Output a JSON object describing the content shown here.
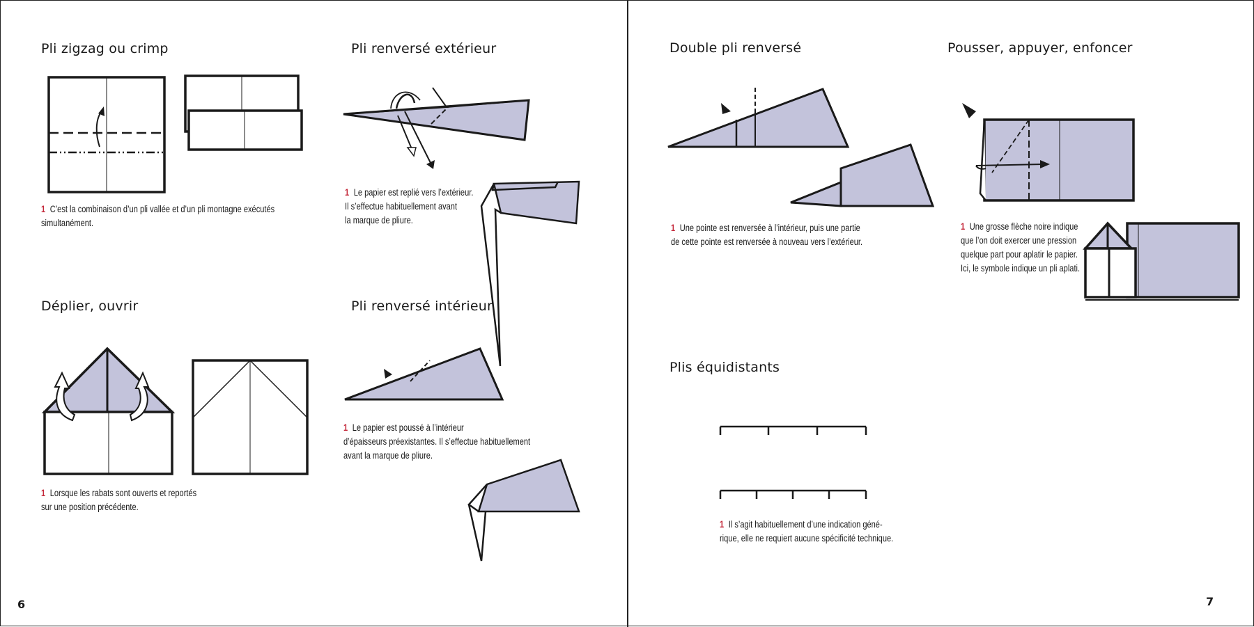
{
  "pages": {
    "left_number": "6",
    "right_number": "7"
  },
  "colors": {
    "fold_fill": "#c3c3db",
    "accent": "#c4283a",
    "ink": "#1a1a1a"
  },
  "sections": {
    "zigzag": {
      "title": "Pli zigzag ou crimp",
      "step": "1",
      "lines": [
        "C’est la combinaison d’un pli vallée et d’un pli montagne exécutés",
        "simultanément."
      ]
    },
    "outside_reverse": {
      "title": "Pli renversé extérieur",
      "step": "1",
      "lines": [
        "Le papier est replié vers l’extérieur.",
        "Il s’effectue habituellement avant",
        "la marque de pliure."
      ]
    },
    "unfold": {
      "title": "Déplier, ouvrir",
      "step": "1",
      "lines": [
        "Lorsque les rabats sont ouverts et reportés",
        "sur une position précédente."
      ]
    },
    "inside_reverse": {
      "title": "Pli renversé intérieur",
      "step": "1",
      "lines": [
        "Le papier est poussé à l’intérieur",
        "d’épaisseurs préexistantes. Il s’effectue habituellement",
        "avant la marque de pliure."
      ]
    },
    "double_reverse": {
      "title": "Double pli renversé",
      "step": "1",
      "lines": [
        "Une pointe est renversée à l’intérieur, puis une partie",
        "de cette pointe est renversée à nouveau vers l’extérieur."
      ]
    },
    "push": {
      "title": "Pousser, appuyer, enfoncer",
      "step": "1",
      "lines": [
        "Une grosse flèche noire indique",
        "que l’on doit exercer une pression",
        "quelque part pour aplatir le papier.",
        "Ici, le symbole indique un pli aplati."
      ]
    },
    "equidistant": {
      "title": "Plis équidistants",
      "step": "1",
      "lines": [
        "Il s’agit habituellement d’une indication géné-",
        "rique, elle ne requiert aucune spécificité technique."
      ]
    }
  }
}
